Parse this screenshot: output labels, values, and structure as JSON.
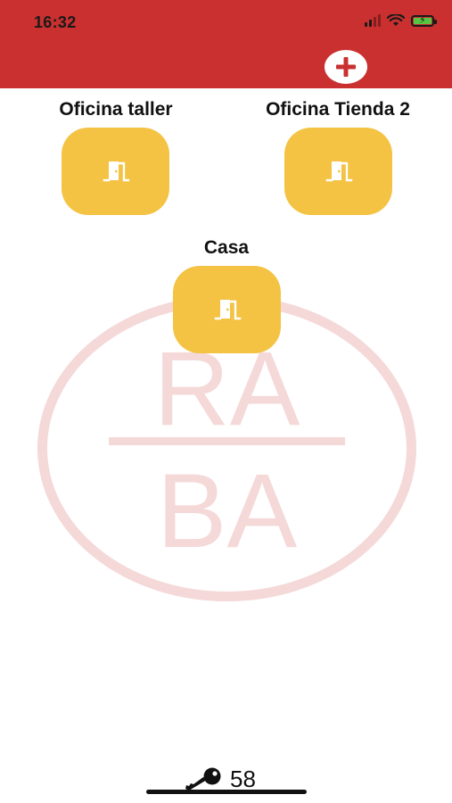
{
  "status_bar": {
    "time": "16:32",
    "icons": [
      "cellular-signal-icon",
      "wifi-icon",
      "battery-charging-icon"
    ]
  },
  "header": {
    "background_color": "#c9302f",
    "add_button_icon": "plus-icon"
  },
  "watermark": {
    "top_text": "RA",
    "bottom_text": "BA",
    "color": "#c9302f"
  },
  "doors": [
    {
      "label": "Oficina taller",
      "icon": "door-icon"
    },
    {
      "label": "Oficina Tienda 2",
      "icon": "door-icon"
    },
    {
      "label": "Casa",
      "icon": "door-icon"
    }
  ],
  "door_button_color": "#f4c344",
  "footer": {
    "key_icon": "key-icon",
    "key_count": "58"
  }
}
